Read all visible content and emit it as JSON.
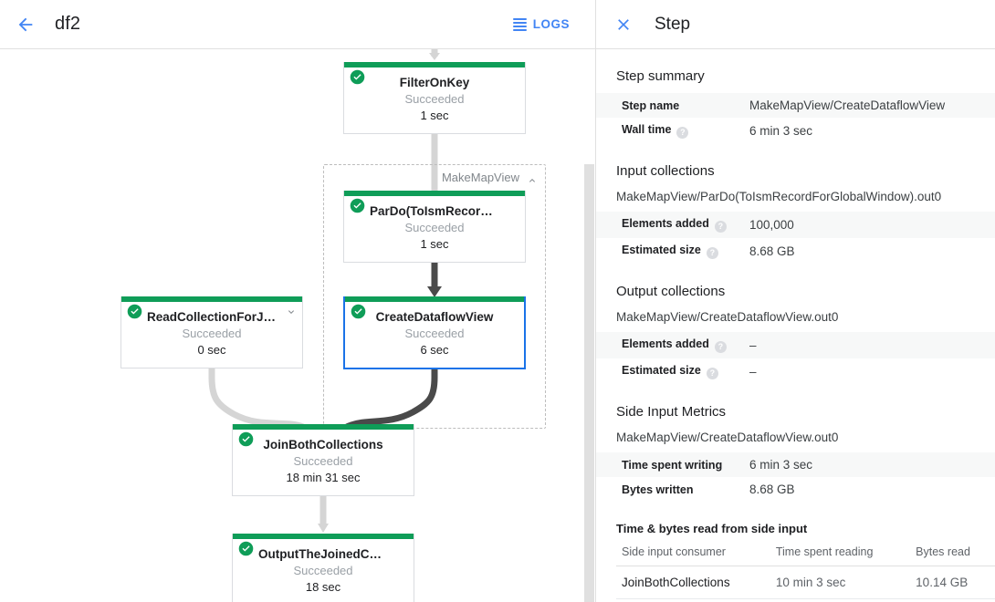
{
  "header": {
    "back_icon": "arrow-left-icon",
    "job_title": "df2",
    "logs_icon": "logs-list-icon",
    "logs_label": "LOGS"
  },
  "graph": {
    "composite": {
      "label": "MakeMapView",
      "caret_icon": "chevron-up-icon"
    },
    "nodes": [
      {
        "id": "filter-on-key",
        "title": "FilterOnKey",
        "status": "Succeeded",
        "time": "1 sec",
        "status_icon": "check-circle-icon",
        "selected": false,
        "has_caret": false
      },
      {
        "id": "pardo-toismrecordfor",
        "title": "ParDo(ToIsmRecordFor…",
        "status": "Succeeded",
        "time": "1 sec",
        "status_icon": "check-circle-icon",
        "selected": false,
        "has_caret": false
      },
      {
        "id": "create-dataflow-view",
        "title": "CreateDataflowView",
        "status": "Succeeded",
        "time": "6 sec",
        "status_icon": "check-circle-icon",
        "selected": true,
        "has_caret": false
      },
      {
        "id": "read-collection-for-join",
        "title": "ReadCollectionForJoin",
        "status": "Succeeded",
        "time": "0 sec",
        "status_icon": "check-circle-icon",
        "selected": false,
        "has_caret": true,
        "caret_icon": "chevron-down-icon"
      },
      {
        "id": "join-both-collections",
        "title": "JoinBothCollections",
        "status": "Succeeded",
        "time": "18 min 31 sec",
        "status_icon": "check-circle-icon",
        "selected": false,
        "has_caret": false
      },
      {
        "id": "output-the-joined-collection",
        "title": "OutputTheJoinedCollec…",
        "status": "Succeeded",
        "time": "18 sec",
        "status_icon": "check-circle-icon",
        "selected": false,
        "has_caret": false
      }
    ]
  },
  "side_panel": {
    "close_icon": "close-icon",
    "title": "Step",
    "step_summary": {
      "heading": "Step summary",
      "rows": [
        {
          "key": "Step name",
          "value": "MakeMapView/CreateDataflowView",
          "help": false
        },
        {
          "key": "Wall time",
          "value": "6 min 3 sec",
          "help": true
        }
      ]
    },
    "input_collections": {
      "heading": "Input collections",
      "collection": "MakeMapView/ParDo(ToIsmRecordForGlobalWindow).out0",
      "rows": [
        {
          "key": "Elements added",
          "value": "100,000",
          "help": true
        },
        {
          "key": "Estimated size",
          "value": "8.68 GB",
          "help": true
        }
      ]
    },
    "output_collections": {
      "heading": "Output collections",
      "collection": "MakeMapView/CreateDataflowView.out0",
      "rows": [
        {
          "key": "Elements added",
          "value": "–",
          "help": true
        },
        {
          "key": "Estimated size",
          "value": "–",
          "help": true
        }
      ]
    },
    "side_input_metrics": {
      "heading": "Side Input Metrics",
      "collection": "MakeMapView/CreateDataflowView.out0",
      "rows": [
        {
          "key": "Time spent writing",
          "value": "6 min 3 sec",
          "help": false
        },
        {
          "key": "Bytes written",
          "value": "8.68 GB",
          "help": false
        }
      ]
    },
    "side_input_reads": {
      "heading": "Time & bytes read from side input",
      "columns": [
        "Side input consumer",
        "Time spent reading",
        "Bytes read"
      ],
      "rows": [
        [
          "JoinBothCollections",
          "10 min 3 sec",
          "10.14 GB"
        ]
      ]
    }
  },
  "colors": {
    "accent_blue": "#4285f4",
    "selection_blue": "#1a73e8",
    "success_green": "#0f9d58",
    "edge_light": "#d5d5d5",
    "edge_dark": "#4a4a4a"
  }
}
